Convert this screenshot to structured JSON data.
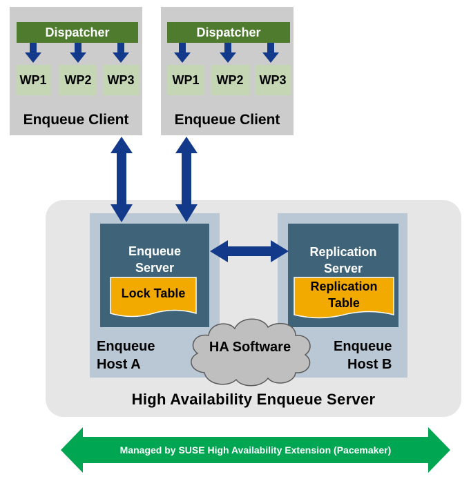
{
  "clients": [
    {
      "dispatcher": "Dispatcher",
      "work_processes": [
        "WP1",
        "WP2",
        "WP3"
      ],
      "label": "Enqueue Client"
    },
    {
      "dispatcher": "Dispatcher",
      "work_processes": [
        "WP1",
        "WP2",
        "WP3"
      ],
      "label": "Enqueue Client"
    }
  ],
  "hosts": [
    {
      "server": "Enqueue Server",
      "table": "Lock Table",
      "host_line1": "Enqueue",
      "host_line2": "Host A"
    },
    {
      "server_line1": "Replication",
      "server_line2": "Server",
      "table_line1": "Replication",
      "table_line2": "Table",
      "host_line1": "Enqueue",
      "host_line2": "Host B"
    }
  ],
  "ha_software": "HA Software",
  "ha_title": "High Availability Enqueue Server",
  "managed_by": "Managed by SUSE High Availability Extension (Pacemaker)",
  "colors": {
    "dispatcher": "#4f7b2e",
    "work_process": "#c5d6b4",
    "client_panel": "#cccccc",
    "ha_background": "#e6e6e6",
    "host_panel": "#b9c8d4",
    "server_box": "#3f6479",
    "table": "#f2a900",
    "arrow_blue": "#12398a",
    "arrow_green": "#00a651",
    "cloud": "#bfbfbf"
  }
}
